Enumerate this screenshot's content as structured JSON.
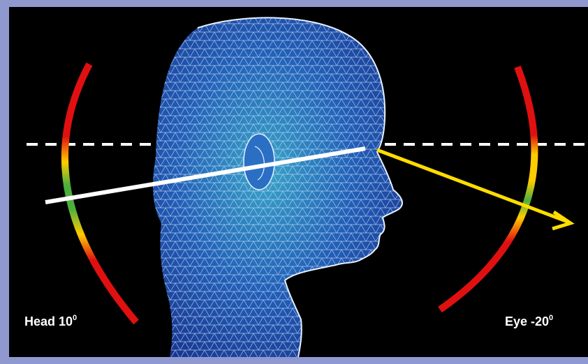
{
  "labels": {
    "head_text": "Head 10",
    "head_unit": "0",
    "eye_text": "Eye -20",
    "eye_unit": "0"
  },
  "colors": {
    "border": "#8f98cf",
    "background": "#000000",
    "head_line": "#ffffff",
    "eye_arrow": "#ffdd00",
    "reference_line": "#ffffff",
    "arc_red": "#e01010",
    "arc_yellow": "#ffcc00",
    "arc_green": "#4caf3c",
    "head_mesh": "#1f4fa8",
    "mesh_wire": "#cfe4ff"
  },
  "icons": {
    "head_model": "wireframe-head-icon",
    "head_arc": "head-angle-gauge",
    "eye_arc": "eye-angle-gauge"
  }
}
